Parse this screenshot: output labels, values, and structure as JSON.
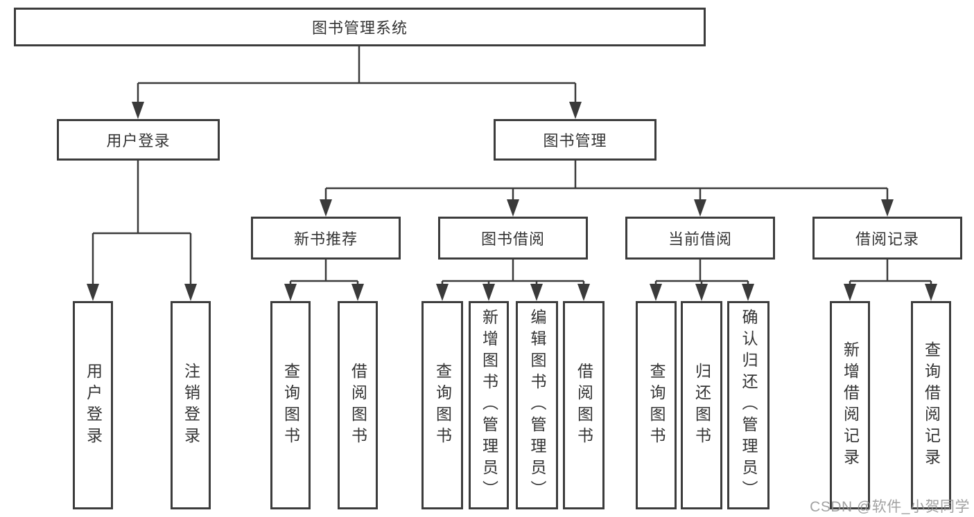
{
  "diagram": {
    "root": "图书管理系统",
    "modules": {
      "user_login": "用户登录",
      "book_management": "图书管理"
    },
    "book_management_children": {
      "new_book_rec": "新书推荐",
      "book_borrow": "图书借阅",
      "current_borrow": "当前借阅",
      "borrow_records": "借阅记录"
    },
    "leaves": {
      "user_login": "用户登录",
      "logout": "注销登录",
      "nb_query_books": "查询图书",
      "nb_borrow_books": "借阅图书",
      "bb_query_books": "查询图书",
      "bb_add_books": "新增图书（管理员）",
      "bb_edit_books": "编辑图书（管理员）",
      "bb_borrow_books": "借阅图书",
      "cb_query_books": "查询图书",
      "cb_return_books": "归还图书",
      "cb_confirm_return": "确认归还（管理员）",
      "br_add_record": "新增借阅记录",
      "br_query_record": "查询借阅记录"
    },
    "hierarchy": {
      "图书管理系统": {
        "用户登录": [
          "用户登录",
          "注销登录"
        ],
        "图书管理": {
          "新书推荐": [
            "查询图书",
            "借阅图书"
          ],
          "图书借阅": [
            "查询图书",
            "新增图书（管理员）",
            "编辑图书（管理员）",
            "借阅图书"
          ],
          "当前借阅": [
            "查询图书",
            "归还图书",
            "确认归还（管理员）"
          ],
          "借阅记录": [
            "新增借阅记录",
            "查询借阅记录"
          ]
        }
      }
    }
  },
  "watermark": "CSDN @软件_小贺同学",
  "colors": {
    "line": "#3a3a3a",
    "border": "#3c3c3c",
    "text": "#333333",
    "background": "#ffffff",
    "watermark": "#919191"
  }
}
